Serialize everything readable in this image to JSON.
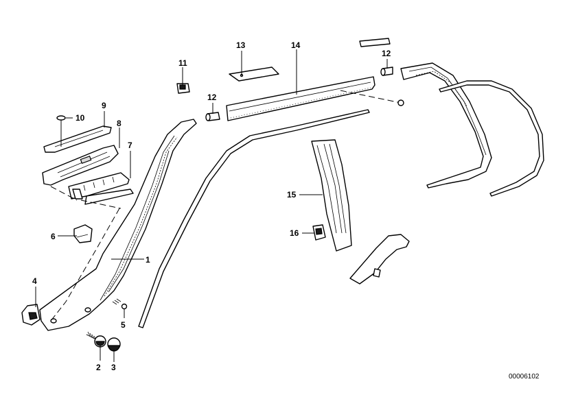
{
  "callouts": {
    "c1": "1",
    "c2": "2",
    "c3": "3",
    "c4": "4",
    "c5": "5",
    "c6": "6",
    "c7": "7",
    "c8": "8",
    "c9": "9",
    "c10": "10",
    "c11": "11",
    "c12a": "12",
    "c12b": "12",
    "c13": "13",
    "c14": "14",
    "c15": "15",
    "c16": "16"
  },
  "document_number": "00006102",
  "colors": {
    "line": "#000000",
    "background": "#ffffff"
  }
}
